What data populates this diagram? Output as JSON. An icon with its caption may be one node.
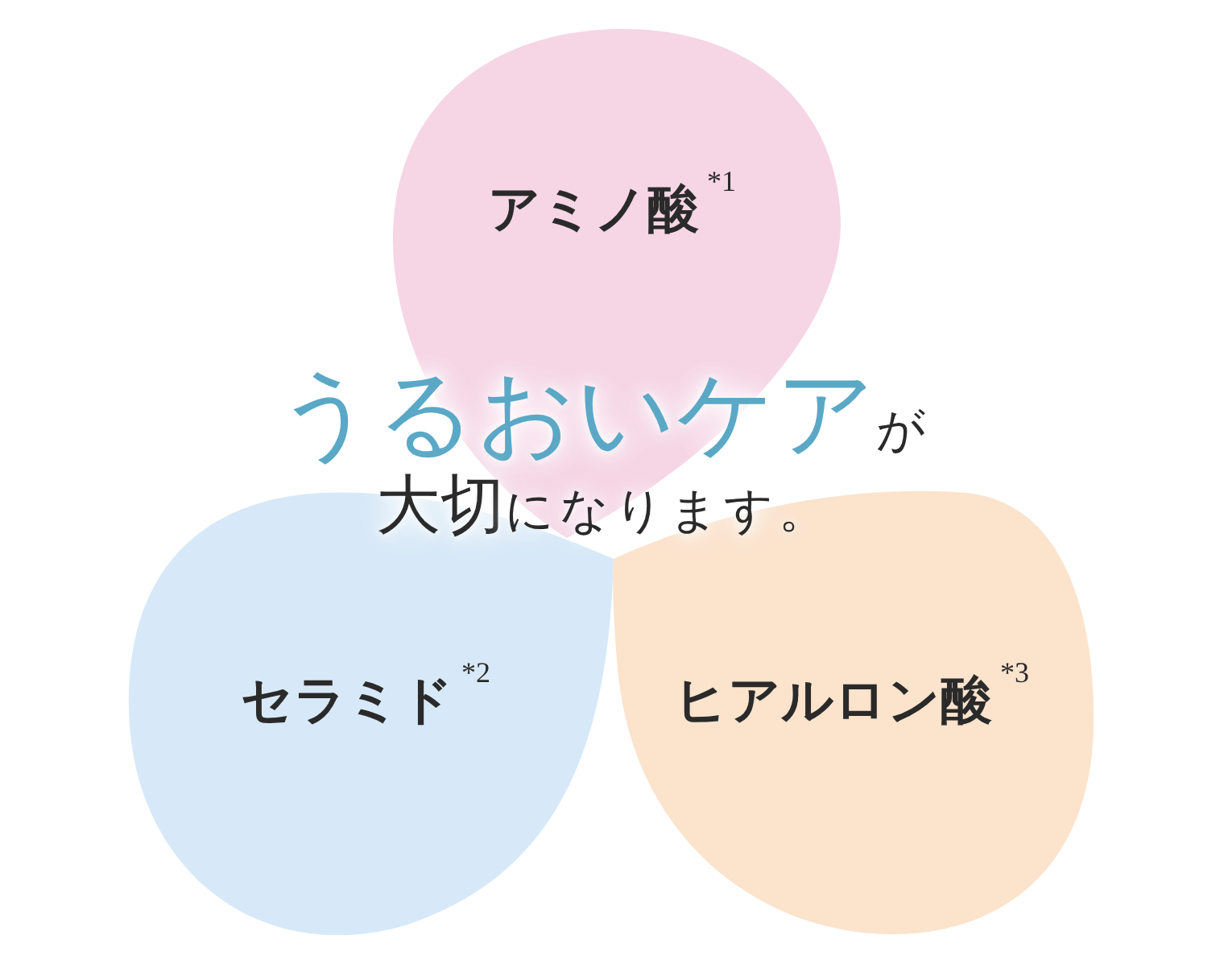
{
  "diagram": {
    "nodes": [
      {
        "text": [
          "アミノ酸$^{*1}$"
        ]
      },
      {
        "text": [
          "セラミド$^{*2}$"
        ]
      },
      {
        "text": [
          "ヒアルロン酸$^{*3}$"
        ]
      }
    ],
    "labels": [
      "**うるおいケア**が**大切**になります。"
    ]
  }
}
